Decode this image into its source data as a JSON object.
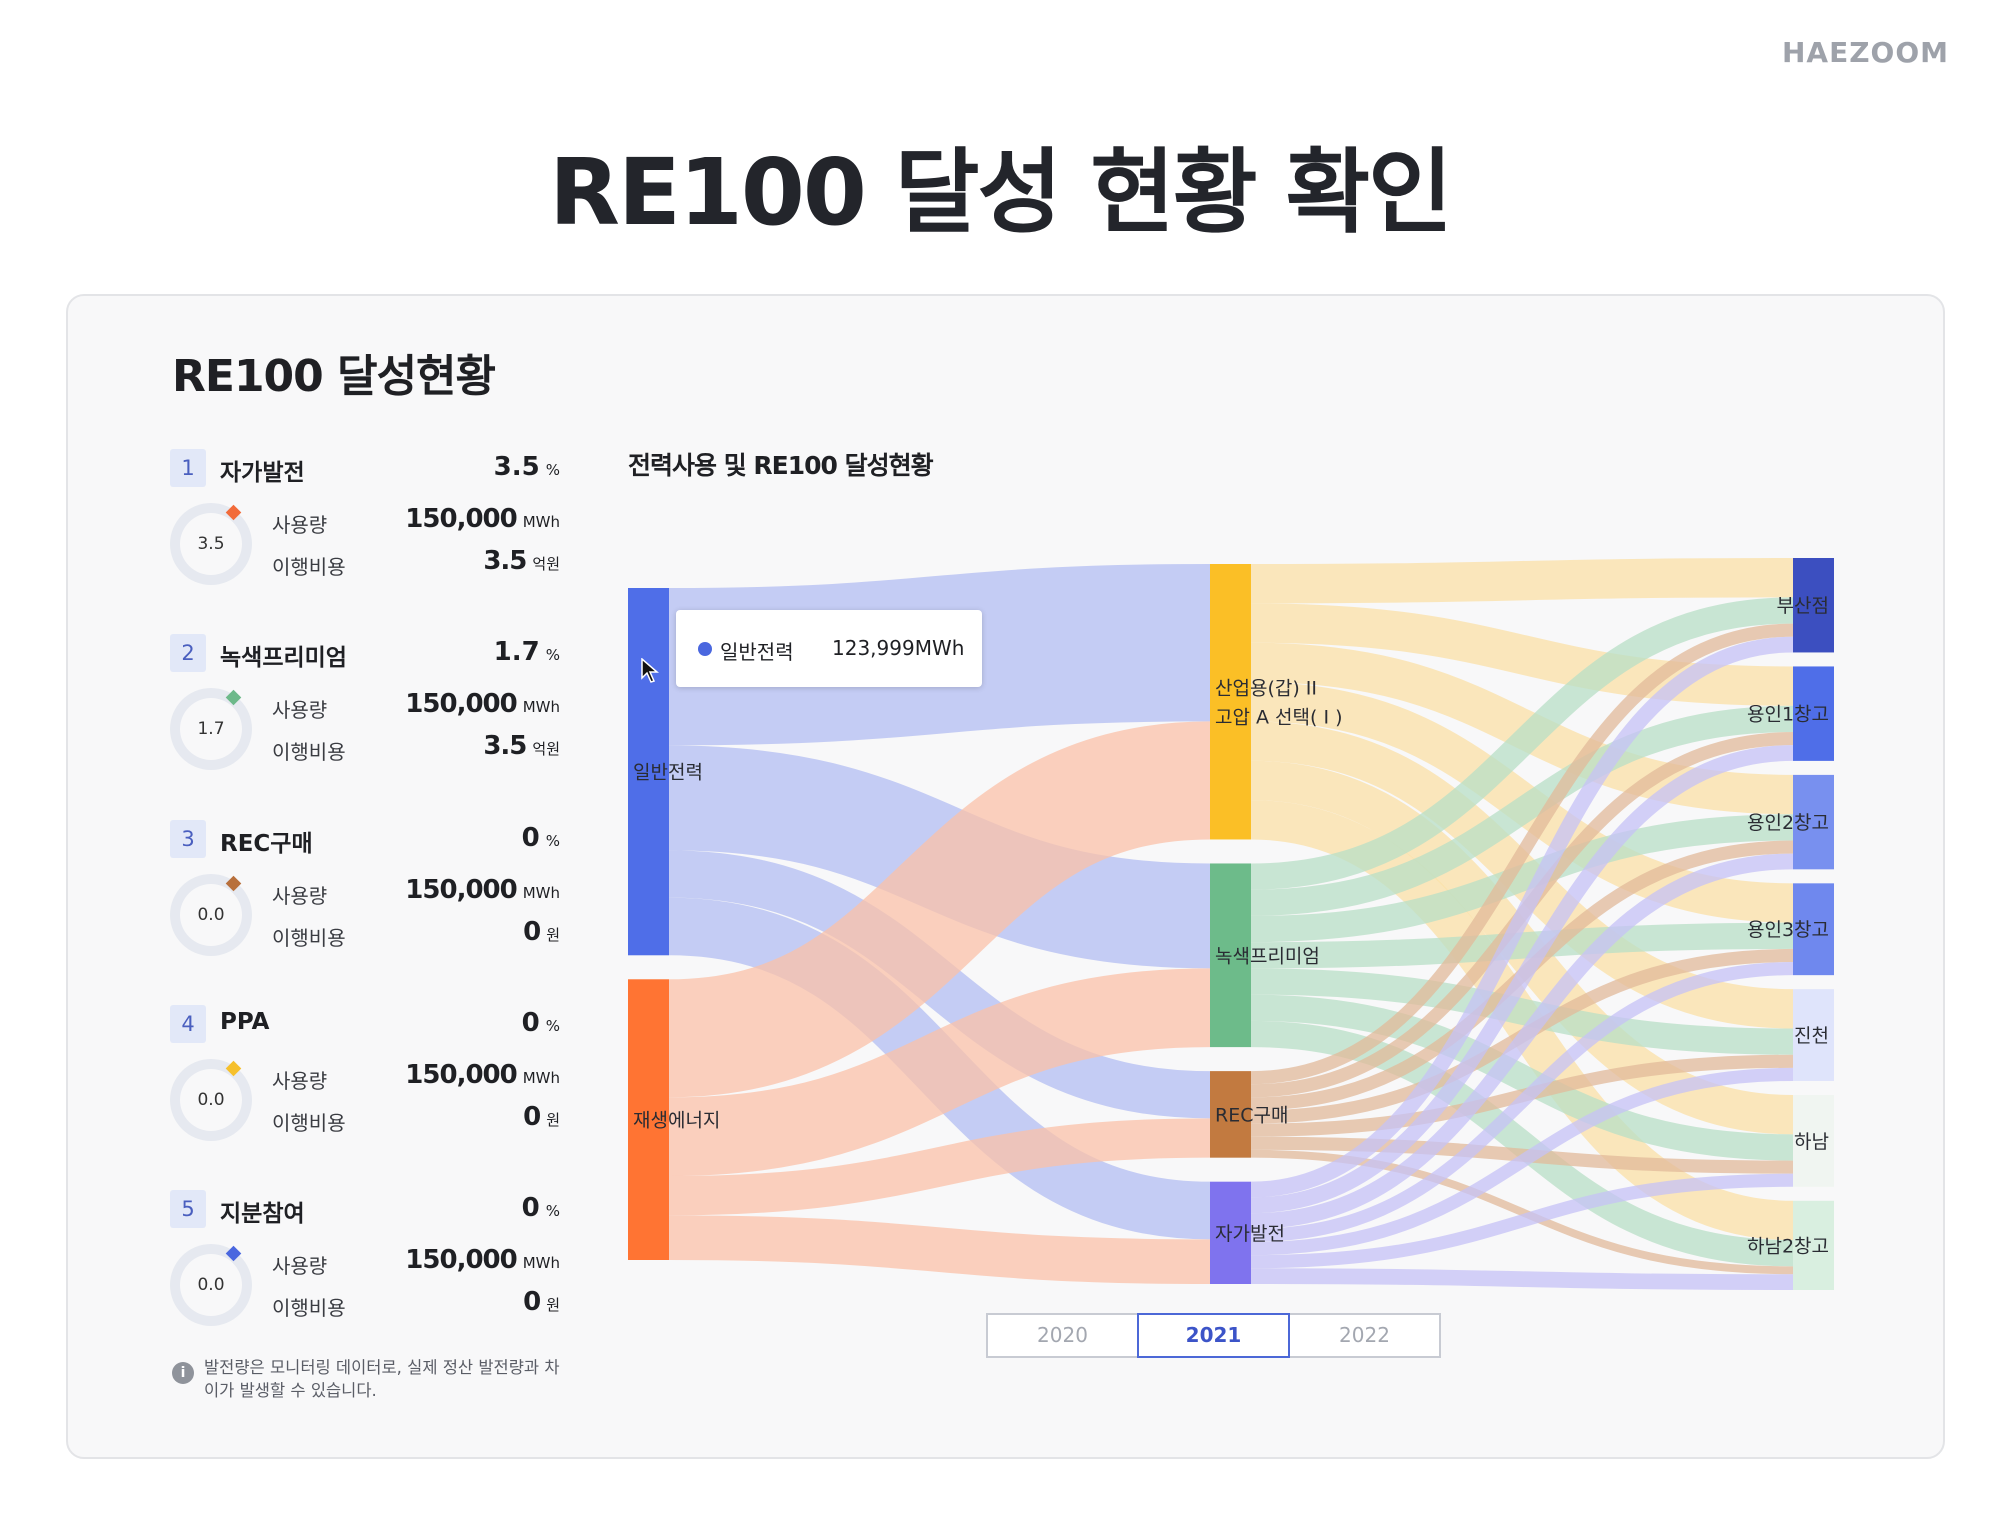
{
  "brand": "HAEZOOM",
  "page_title": "RE100 달성 현황 확인",
  "panel": {
    "title": "RE100 달성현황",
    "chart_title": "전력사용 및 RE100 달성현황",
    "items": [
      {
        "num": "1",
        "name": "자가발전",
        "pct": "3.5",
        "pct_unit": "%",
        "donut_text": "3.5",
        "marker_color": "#f26b3a",
        "usage_label": "사용량",
        "usage": "150,000",
        "usage_unit": "MWh",
        "cost_label": "이행비용",
        "cost": "3.5",
        "cost_unit": "억원"
      },
      {
        "num": "2",
        "name": "녹색프리미엄",
        "pct": "1.7",
        "pct_unit": "%",
        "donut_text": "1.7",
        "marker_color": "#6db98a",
        "usage_label": "사용량",
        "usage": "150,000",
        "usage_unit": "MWh",
        "cost_label": "이행비용",
        "cost": "3.5",
        "cost_unit": "억원"
      },
      {
        "num": "3",
        "name": "REC구매",
        "pct": "0",
        "pct_unit": "%",
        "donut_text": "0.0",
        "marker_color": "#b8703c",
        "usage_label": "사용량",
        "usage": "150,000",
        "usage_unit": "MWh",
        "cost_label": "이행비용",
        "cost": "0",
        "cost_unit": "원"
      },
      {
        "num": "4",
        "name": "PPA",
        "pct": "0",
        "pct_unit": "%",
        "donut_text": "0.0",
        "marker_color": "#f6c02c",
        "usage_label": "사용량",
        "usage": "150,000",
        "usage_unit": "MWh",
        "cost_label": "이행비용",
        "cost": "0",
        "cost_unit": "원"
      },
      {
        "num": "5",
        "name": "지분참여",
        "pct": "0",
        "pct_unit": "%",
        "donut_text": "0.0",
        "marker_color": "#4a67df",
        "usage_label": "사용량",
        "usage": "150,000",
        "usage_unit": "MWh",
        "cost_label": "이행비용",
        "cost": "0",
        "cost_unit": "원"
      }
    ],
    "note": "발전량은 모니터링 데이터로, 실제 정산 발전량과 차이가 발생할 수 있습니다.",
    "info_icon": "info-icon",
    "tooltip": {
      "name": "일반전력",
      "value": "123,999MWh",
      "dot_color": "#4a67df"
    },
    "years": [
      {
        "label": "2020",
        "active": false
      },
      {
        "label": "2021",
        "active": true
      },
      {
        "label": "2022",
        "active": false
      }
    ]
  },
  "sankey": {
    "nodes": [
      {
        "id": "general",
        "label": "일반전력",
        "color": "#4f6ee8",
        "column": 0
      },
      {
        "id": "renewable",
        "label": "재생에너지",
        "color": "#ff7433",
        "column": 0
      },
      {
        "id": "industrial",
        "label": "산업용(갑) II\n고압 A 선택( I )",
        "color": "#fbbf26",
        "column": 1
      },
      {
        "id": "green",
        "label": "녹색프리미엄",
        "color": "#6dbb8a",
        "column": 1
      },
      {
        "id": "rec",
        "label": "REC구매",
        "color": "#c27a40",
        "column": 1
      },
      {
        "id": "self",
        "label": "자가발전",
        "color": "#7f73ee",
        "column": 1
      },
      {
        "id": "busan",
        "label": "부산점",
        "color": "#3c4fc0",
        "column": 2
      },
      {
        "id": "yongin1",
        "label": "용인1창고",
        "color": "#4f6ee8",
        "column": 2
      },
      {
        "id": "yongin2",
        "label": "용인2창고",
        "color": "#7890ef",
        "column": 2
      },
      {
        "id": "yongin3",
        "label": "용인3창고",
        "color": "#6f88ee",
        "column": 2
      },
      {
        "id": "jincheon",
        "label": "진천",
        "color": "#dfe4fb",
        "column": 2
      },
      {
        "id": "hanam",
        "label": "하남",
        "color": "#f0f5f1",
        "column": 2
      },
      {
        "id": "hanam2",
        "label": "하남2창고",
        "color": "#d9efe0",
        "column": 2
      }
    ],
    "links": [
      {
        "source": "general",
        "target": "industrial",
        "value": 60,
        "color": "#b3bdf2"
      },
      {
        "source": "general",
        "target": "green",
        "value": 40,
        "color": "#b3bdf2"
      },
      {
        "source": "general",
        "target": "rec",
        "value": 18,
        "color": "#b3bdf2"
      },
      {
        "source": "general",
        "target": "self",
        "value": 22,
        "color": "#b3bdf2"
      },
      {
        "source": "renewable",
        "target": "industrial",
        "value": 45,
        "color": "#fbc2a8"
      },
      {
        "source": "renewable",
        "target": "green",
        "value": 30,
        "color": "#fbc2a8"
      },
      {
        "source": "renewable",
        "target": "rec",
        "value": 15,
        "color": "#fbc2a8"
      },
      {
        "source": "renewable",
        "target": "self",
        "value": 17,
        "color": "#fbc2a8"
      },
      {
        "source": "industrial",
        "target": "busan",
        "value": 15,
        "color": "#fbe0a6"
      },
      {
        "source": "industrial",
        "target": "yongin1",
        "value": 15,
        "color": "#fbe0a6"
      },
      {
        "source": "industrial",
        "target": "yongin2",
        "value": 15,
        "color": "#fbe0a6"
      },
      {
        "source": "industrial",
        "target": "yongin3",
        "value": 15,
        "color": "#fbe0a6"
      },
      {
        "source": "industrial",
        "target": "jincheon",
        "value": 15,
        "color": "#fbe0a6"
      },
      {
        "source": "industrial",
        "target": "hanam",
        "value": 15,
        "color": "#fbe0a6"
      },
      {
        "source": "industrial",
        "target": "hanam2",
        "value": 15,
        "color": "#fbe0a6"
      },
      {
        "source": "green",
        "target": "busan",
        "value": 10,
        "color": "#b8dfc5"
      },
      {
        "source": "green",
        "target": "yongin1",
        "value": 10,
        "color": "#b8dfc5"
      },
      {
        "source": "green",
        "target": "yongin2",
        "value": 10,
        "color": "#b8dfc5"
      },
      {
        "source": "green",
        "target": "yongin3",
        "value": 10,
        "color": "#b8dfc5"
      },
      {
        "source": "green",
        "target": "jincheon",
        "value": 10,
        "color": "#b8dfc5"
      },
      {
        "source": "green",
        "target": "hanam",
        "value": 10,
        "color": "#b8dfc5"
      },
      {
        "source": "green",
        "target": "hanam2",
        "value": 10,
        "color": "#b8dfc5"
      },
      {
        "source": "rec",
        "target": "busan",
        "value": 5,
        "color": "#e2b99a"
      },
      {
        "source": "rec",
        "target": "yongin1",
        "value": 5,
        "color": "#e2b99a"
      },
      {
        "source": "rec",
        "target": "yongin2",
        "value": 5,
        "color": "#e2b99a"
      },
      {
        "source": "rec",
        "target": "yongin3",
        "value": 5,
        "color": "#e2b99a"
      },
      {
        "source": "rec",
        "target": "jincheon",
        "value": 5,
        "color": "#e2b99a"
      },
      {
        "source": "rec",
        "target": "hanam",
        "value": 5,
        "color": "#e2b99a"
      },
      {
        "source": "rec",
        "target": "hanam2",
        "value": 3,
        "color": "#e2b99a"
      },
      {
        "source": "self",
        "target": "busan",
        "value": 6,
        "color": "#c6c1f6"
      },
      {
        "source": "self",
        "target": "yongin1",
        "value": 6,
        "color": "#c6c1f6"
      },
      {
        "source": "self",
        "target": "yongin2",
        "value": 6,
        "color": "#c6c1f6"
      },
      {
        "source": "self",
        "target": "yongin3",
        "value": 5,
        "color": "#c6c1f6"
      },
      {
        "source": "self",
        "target": "jincheon",
        "value": 5,
        "color": "#c6c1f6"
      },
      {
        "source": "self",
        "target": "hanam",
        "value": 5,
        "color": "#c6c1f6"
      },
      {
        "source": "self",
        "target": "hanam2",
        "value": 6,
        "color": "#c6c1f6"
      }
    ]
  }
}
